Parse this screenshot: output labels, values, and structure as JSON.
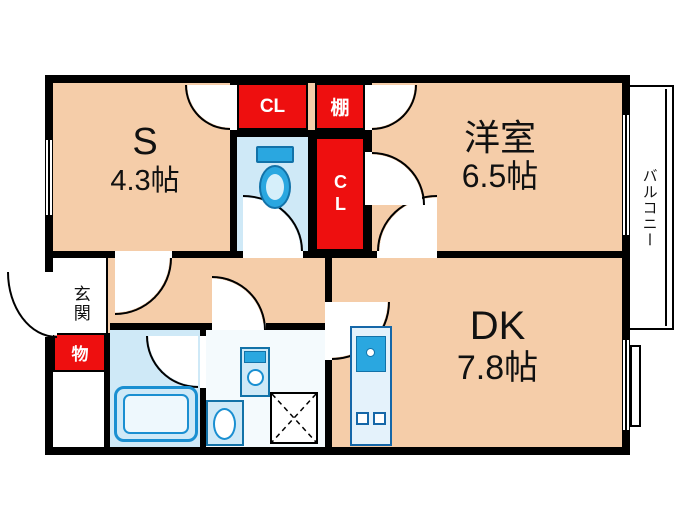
{
  "floorplan": {
    "rooms": {
      "service": {
        "label": "S",
        "area": "4.3帖"
      },
      "western": {
        "label": "洋室",
        "area": "6.5帖"
      },
      "dk": {
        "label": "DK",
        "area": "7.8帖"
      },
      "balcony": {
        "label": "バルコニー"
      },
      "entrance": {
        "label": "玄関"
      }
    },
    "storage": {
      "closet_top": {
        "label": "CL"
      },
      "shelf": {
        "label": "棚"
      },
      "closet_side": {
        "label": "CL"
      },
      "cupboard": {
        "label": "物"
      }
    },
    "colors": {
      "floor": "#f5cda9",
      "wet_area": "#cfe9f7",
      "closet_fill": "#ee0f0f",
      "fixture_accent": "#2aa7e0",
      "wall": "#000000",
      "background": "#ffffff"
    }
  }
}
